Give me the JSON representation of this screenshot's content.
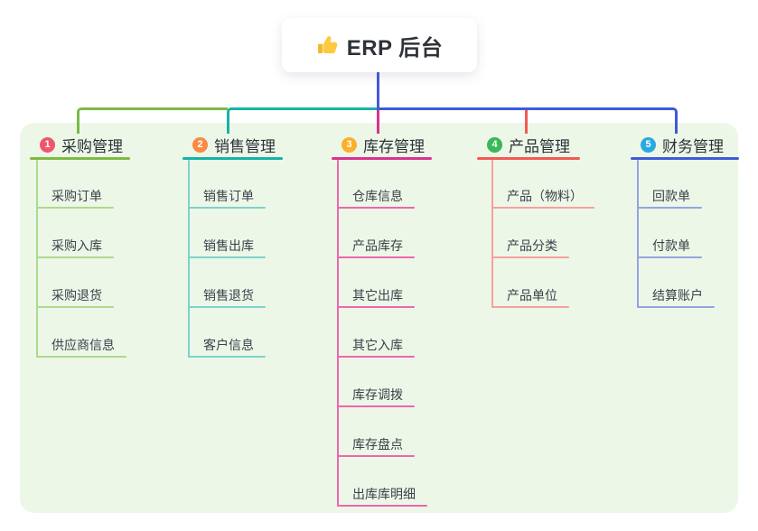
{
  "root": {
    "label": "ERP 后台",
    "icon": "thumbs-up-icon"
  },
  "colors": {
    "canvas_bg": "#FFFFFF",
    "panel_bg": "#ECF7E8",
    "root_connector": "#4759D4",
    "title_text": "#2D3238",
    "child_text": "#3B4149",
    "root_text": "#2F3338"
  },
  "branches": [
    {
      "label": "采购管理",
      "badge": "1",
      "badge_color": "#F0556E",
      "line_color": "#7DBA45",
      "child_line_color": "#AFD98F",
      "children": [
        "采购订单",
        "采购入库",
        "采购退货",
        "供应商信息"
      ]
    },
    {
      "label": "销售管理",
      "badge": "2",
      "badge_color": "#F98B43",
      "line_color": "#16B3A5",
      "child_line_color": "#7ED3C8",
      "children": [
        "销售订单",
        "销售出库",
        "销售退货",
        "客户信息"
      ]
    },
    {
      "label": "库存管理",
      "badge": "3",
      "badge_color": "#FBB02A",
      "line_color": "#D93390",
      "child_line_color": "#EE67AC",
      "children": [
        "仓库信息",
        "产品库存",
        "其它出库",
        "其它入库",
        "库存调拨",
        "库存盘点",
        "出库库明细"
      ]
    },
    {
      "label": "产品管理",
      "badge": "4",
      "badge_color": "#3AB757",
      "line_color": "#F15B55",
      "child_line_color": "#F8A09A",
      "children": [
        "产品（物料）",
        "产品分类",
        "产品单位"
      ]
    },
    {
      "label": "财务管理",
      "badge": "5",
      "badge_color": "#2AA9E0",
      "line_color": "#3E5BD7",
      "child_line_color": "#93A4E3",
      "children": [
        "回款单",
        "付款单",
        "结算账户"
      ]
    }
  ]
}
